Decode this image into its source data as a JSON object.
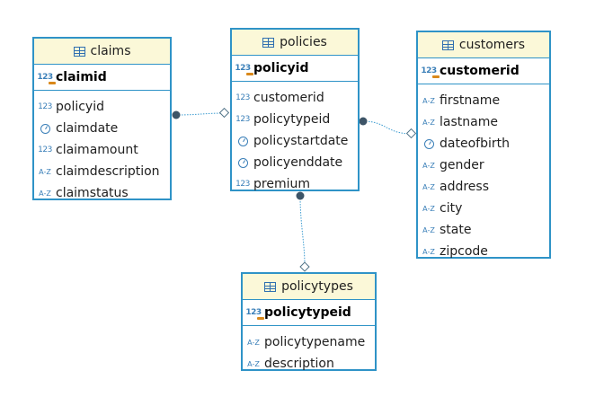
{
  "entities": {
    "claims": {
      "title": "claims",
      "pk": {
        "name": "claimid",
        "type": "num"
      },
      "columns": [
        {
          "name": "policyid",
          "type": "num"
        },
        {
          "name": "claimdate",
          "type": "date"
        },
        {
          "name": "claimamount",
          "type": "num"
        },
        {
          "name": "claimdescription",
          "type": "text"
        },
        {
          "name": "claimstatus",
          "type": "text"
        }
      ]
    },
    "policies": {
      "title": "policies",
      "pk": {
        "name": "policyid",
        "type": "num"
      },
      "columns": [
        {
          "name": "customerid",
          "type": "num"
        },
        {
          "name": "policytypeid",
          "type": "num"
        },
        {
          "name": "policystartdate",
          "type": "date"
        },
        {
          "name": "policyenddate",
          "type": "date"
        },
        {
          "name": "premium",
          "type": "num"
        }
      ]
    },
    "customers": {
      "title": "customers",
      "pk": {
        "name": "customerid",
        "type": "num"
      },
      "columns": [
        {
          "name": "firstname",
          "type": "text"
        },
        {
          "name": "lastname",
          "type": "text"
        },
        {
          "name": "dateofbirth",
          "type": "date"
        },
        {
          "name": "gender",
          "type": "text"
        },
        {
          "name": "address",
          "type": "text"
        },
        {
          "name": "city",
          "type": "text"
        },
        {
          "name": "state",
          "type": "text"
        },
        {
          "name": "zipcode",
          "type": "text"
        }
      ]
    },
    "policytypes": {
      "title": "policytypes",
      "pk": {
        "name": "policytypeid",
        "type": "num"
      },
      "columns": [
        {
          "name": "policytypename",
          "type": "text"
        },
        {
          "name": "description",
          "type": "text"
        }
      ]
    }
  },
  "relationships": [
    {
      "from": "claims",
      "to": "policies"
    },
    {
      "from": "policies",
      "to": "customers"
    },
    {
      "from": "policies",
      "to": "policytypes"
    }
  ],
  "icons": {
    "table": "table-icon",
    "num": "numeric-type-icon",
    "text": "text-type-icon",
    "date": "date-type-icon"
  },
  "colors": {
    "border": "#2f93c7",
    "header_bg": "#fbf8d8",
    "link": "#3b9bd0",
    "type_icon": "#3a7fb8"
  }
}
